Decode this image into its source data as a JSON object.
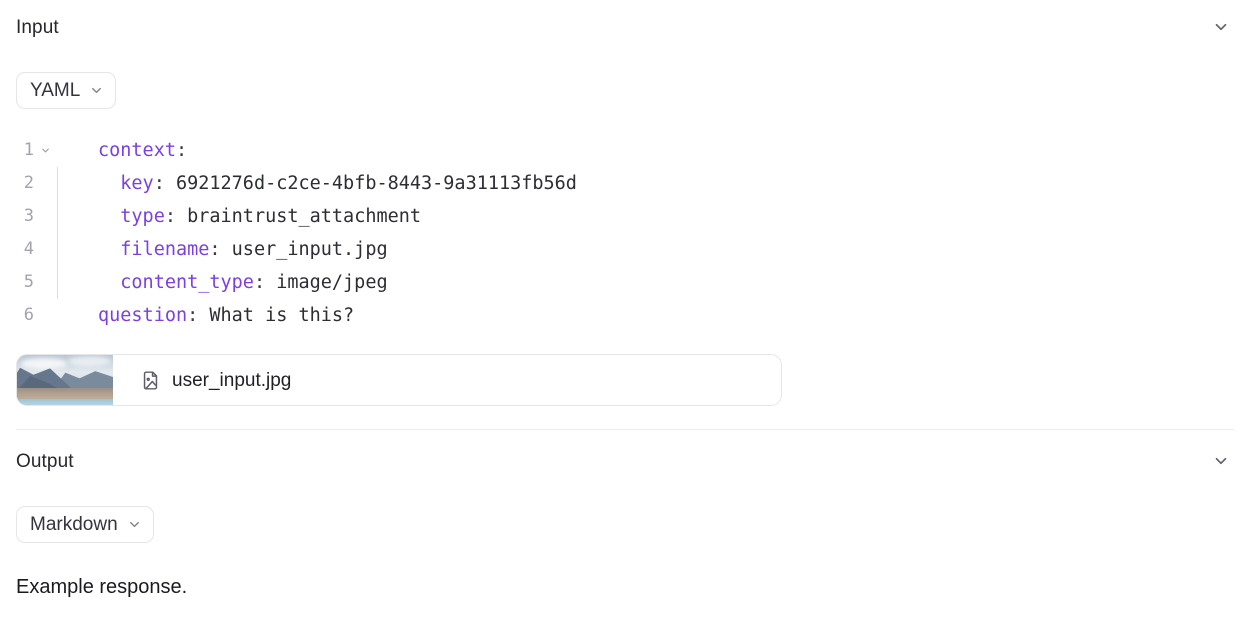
{
  "input_section": {
    "title": "Input",
    "collapse_icon": "chevron-down-icon",
    "format_selector": {
      "value": "YAML",
      "caret_icon": "chevron-down-icon"
    },
    "code": {
      "language": "yaml",
      "lines": [
        {
          "number": "1",
          "fold": true,
          "guide": false,
          "indent": "",
          "key": "context",
          "punct": ":",
          "value": ""
        },
        {
          "number": "2",
          "fold": false,
          "guide": true,
          "indent": "  ",
          "key": "key",
          "punct": ":",
          "value": " 6921276d-c2ce-4bfb-8443-9a31113fb56d"
        },
        {
          "number": "3",
          "fold": false,
          "guide": true,
          "indent": "  ",
          "key": "type",
          "punct": ":",
          "value": " braintrust_attachment"
        },
        {
          "number": "4",
          "fold": false,
          "guide": true,
          "indent": "  ",
          "key": "filename",
          "punct": ":",
          "value": " user_input.jpg"
        },
        {
          "number": "5",
          "fold": false,
          "guide": true,
          "indent": "  ",
          "key": "content_type",
          "punct": ":",
          "value": " image/jpeg"
        },
        {
          "number": "6",
          "fold": false,
          "guide": false,
          "indent": "",
          "key": "question",
          "punct": ":",
          "value": " What is this?"
        }
      ]
    },
    "attachment": {
      "filename": "user_input.jpg",
      "file_icon": "file-image-icon",
      "thumbnail_alt": "mountain-lake-landscape-thumbnail"
    }
  },
  "output_section": {
    "title": "Output",
    "collapse_icon": "chevron-down-icon",
    "format_selector": {
      "value": "Markdown",
      "caret_icon": "chevron-down-icon"
    },
    "body_text": "Example response."
  },
  "colors": {
    "yaml_key": "#7b3fe4",
    "yaml_value": "#2d2d34",
    "text": "#27272e",
    "muted": "#a3a3ad",
    "border": "#e6e6e9",
    "divider": "#ededf0",
    "background": "#ffffff"
  }
}
